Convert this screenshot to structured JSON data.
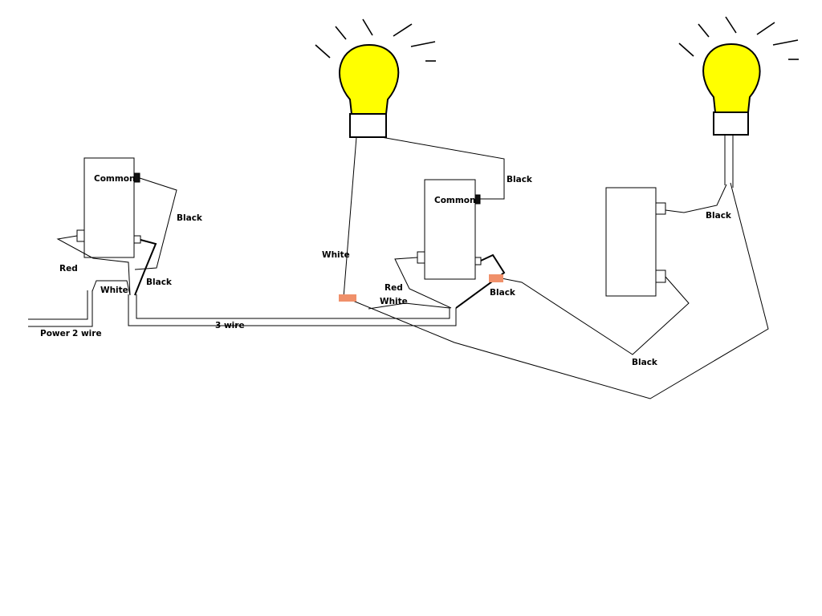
{
  "labels": {
    "common_1": "Common",
    "common_2": "Common",
    "black_sw1_top": "Black",
    "black_sw1_bottom": "Black",
    "red_sw1": "Red",
    "white_sw1": "White",
    "power": "Power",
    "two_wire": "2 wire",
    "three_wire": "3 wire",
    "white_lamp1": "White",
    "black_lamp1_to_sw2": "Black",
    "red_sw2": "Red",
    "white_sw2": "White",
    "black_sw2": "Black",
    "black_lamp2": "Black",
    "black_bottom": "Black"
  },
  "colors": {
    "bulb_fill": "#FFFF00",
    "wire_nut": "#F0906A",
    "line": "#000000",
    "background": "#FFFFFF"
  }
}
